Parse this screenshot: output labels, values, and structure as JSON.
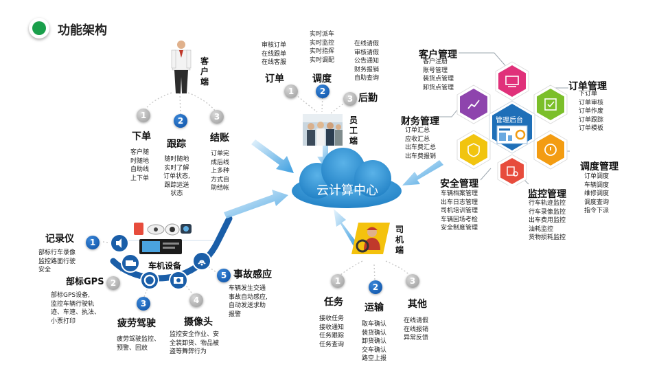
{
  "title": "功能架构",
  "colors": {
    "accent_green": "#1a9f4b",
    "cloud_blue": "#2f8fd0",
    "num_blue": "#0b4fa3",
    "num_gray": "#a8a8a8"
  },
  "center": {
    "label": "云计算中心"
  },
  "customer": {
    "label": "客户端",
    "steps": [
      {
        "num": "1",
        "title": "下单",
        "items": [
          "客户随",
          "时随地",
          "自助线",
          "上下单"
        ]
      },
      {
        "num": "2",
        "title": "跟踪",
        "items": [
          "随时随地",
          "实时了解",
          "订单状态,",
          "跟踪运送",
          "状态"
        ]
      },
      {
        "num": "3",
        "title": "结账",
        "items": [
          "订单完",
          "成后线",
          "上多种",
          "方式自",
          "助结帐"
        ]
      }
    ]
  },
  "staff": {
    "label": "员工端",
    "steps": [
      {
        "num": "1",
        "title": "订单",
        "items": [
          "审核订单",
          "在线跟单",
          "在线客服"
        ]
      },
      {
        "num": "2",
        "title": "调度",
        "items": [
          "实时派车",
          "实时监控",
          "实时指挥",
          "实时调配"
        ]
      },
      {
        "num": "3",
        "title": "后勤",
        "items": [
          "在线请假",
          "审核请假",
          "公告通知",
          "财务报销",
          "自助查询"
        ]
      }
    ]
  },
  "backend": {
    "label": "管理后台",
    "modules": [
      {
        "title": "客户管理",
        "items": [
          "客户注册",
          "账号管理",
          "装货点管理",
          "卸货点管理"
        ]
      },
      {
        "title": "订单管理",
        "items": [
          "下订单",
          "订单审核",
          "订单作废",
          "订单跟踪",
          "订单模板"
        ]
      },
      {
        "title": "财务管理",
        "items": [
          "订单汇总",
          "应收汇总",
          "出车费汇总",
          "出车费报销"
        ]
      },
      {
        "title": "调度管理",
        "items": [
          "订单调度",
          "车辆调度",
          "维修调度",
          "调度查询",
          "指令下派"
        ]
      },
      {
        "title": "安全管理",
        "items": [
          "车辆档案管理",
          "出车日志管理",
          "司机培训管理",
          "车辆回场考检",
          "安全制度管理"
        ]
      },
      {
        "title": "监控管理",
        "items": [
          "行车轨迹监控",
          "行车录像监控",
          "出车费用监控",
          "油耗监控",
          "货物损耗监控"
        ]
      }
    ]
  },
  "driver": {
    "label": "司机端",
    "steps": [
      {
        "num": "1",
        "title": "任务",
        "items": [
          "接收任务",
          "接收通知",
          "任务跟踪",
          "任务查询"
        ]
      },
      {
        "num": "2",
        "title": "运输",
        "items": [
          "取车确认",
          "装货确认",
          "卸货确认",
          "交车确认",
          "路空上报"
        ]
      },
      {
        "num": "3",
        "title": "其他",
        "items": [
          "在线请假",
          "在线报销",
          "异常反馈"
        ]
      }
    ]
  },
  "vehicle": {
    "label": "车机设备",
    "features": [
      {
        "num": "1",
        "title": "记录仪",
        "items": [
          "部标行车录像",
          "监控路面行驶",
          "安全"
        ]
      },
      {
        "num": "2",
        "title": "部标GPS",
        "items": [
          "部标GPS设备,",
          "监控车辆行驶轨",
          "迹、车速、执法、",
          "小票打印"
        ]
      },
      {
        "num": "3",
        "title": "疲劳驾驶",
        "items": [
          "疲劳驾驶监控、",
          "预警、回放"
        ]
      },
      {
        "num": "4",
        "title": "摄像头",
        "items": [
          "监控安全作业、安",
          "全装卸货、物品被",
          "盗等舞弊行为"
        ]
      },
      {
        "num": "5",
        "title": "事故感应",
        "items": [
          "车辆发生交通",
          "事故自动感应,",
          "自动发送求助",
          "报警"
        ]
      }
    ]
  }
}
